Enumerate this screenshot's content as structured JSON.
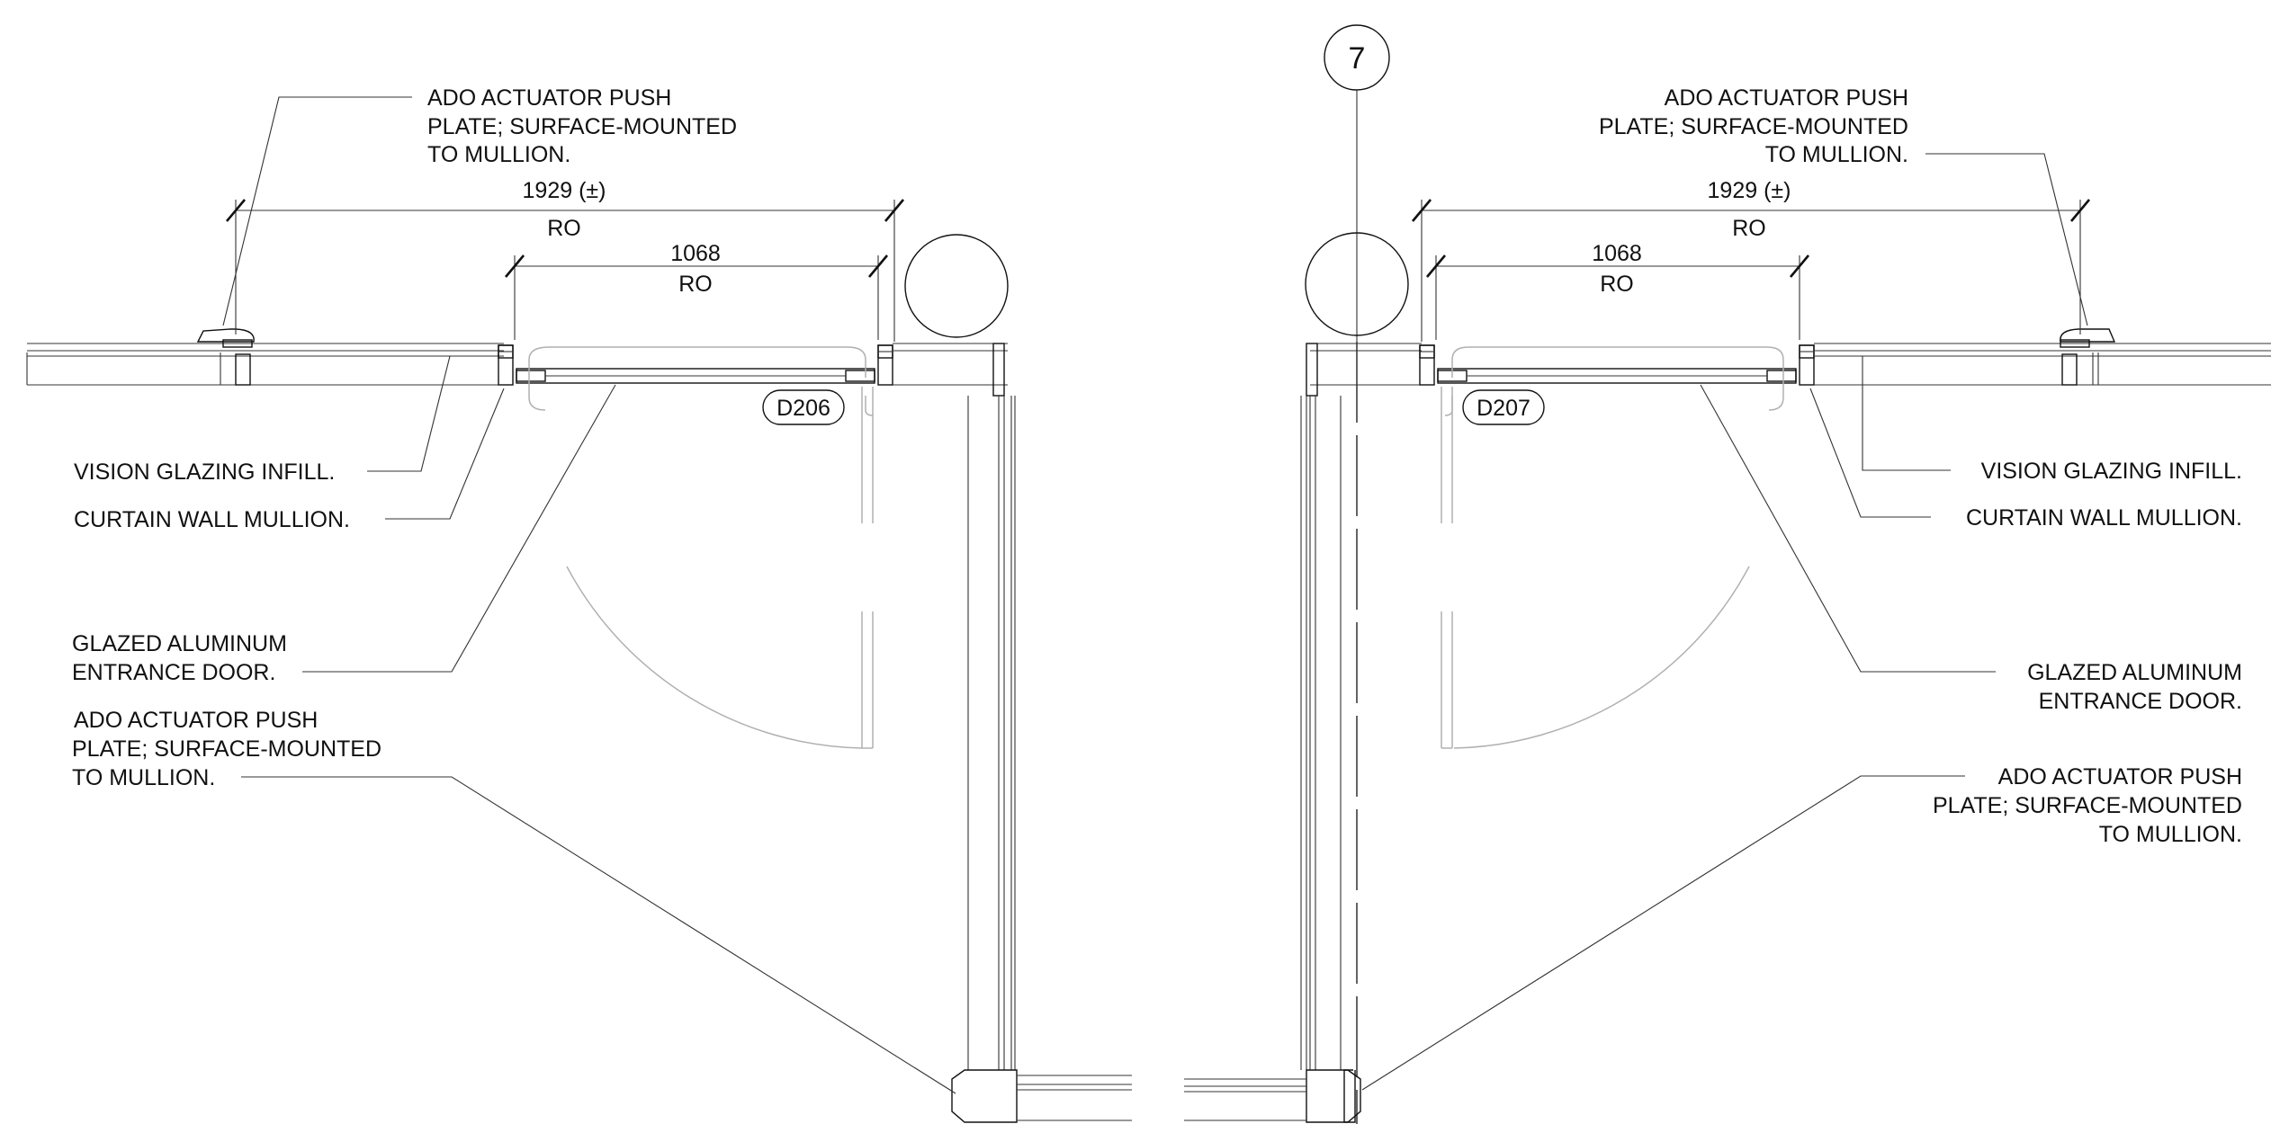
{
  "left_detail": {
    "note_top": [
      "ADO ACTUATOR PUSH",
      "PLATE; SURFACE-MOUNTED",
      "TO MULLION."
    ],
    "overall_dim": "1929 (±)",
    "overall_ro": "RO",
    "door_dim": "1068",
    "door_ro": "RO",
    "door_tag": "D206",
    "note_glazing": "VISION GLAZING INFILL.",
    "note_mullion": "CURTAIN WALL MULLION.",
    "note_door": [
      "GLAZED ALUMINUM",
      "ENTRANCE DOOR."
    ],
    "note_bottom": [
      "ADO ACTUATOR PUSH",
      "PLATE; SURFACE-MOUNTED",
      "TO MULLION."
    ]
  },
  "right_detail": {
    "grid_label": "7",
    "note_top": [
      "ADO ACTUATOR PUSH",
      "PLATE; SURFACE-MOUNTED",
      "TO MULLION."
    ],
    "overall_dim": "1929 (±)",
    "overall_ro": "RO",
    "door_dim": "1068",
    "door_ro": "RO",
    "door_tag": "D207",
    "note_glazing": "VISION GLAZING INFILL.",
    "note_mullion": "CURTAIN WALL MULLION.",
    "note_door": [
      "GLAZED ALUMINUM",
      "ENTRANCE DOOR."
    ],
    "note_bottom": [
      "ADO ACTUATOR PUSH",
      "PLATE; SURFACE-MOUNTED",
      "TO MULLION."
    ]
  }
}
